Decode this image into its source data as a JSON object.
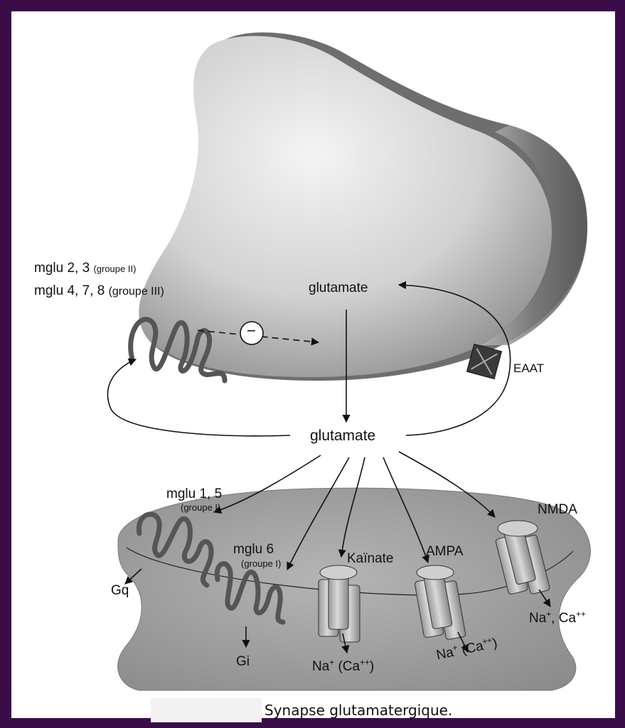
{
  "labels": {
    "pre_receptors_line1_main": "mglu 2, 3",
    "pre_receptors_line1_group": "(groupe II)",
    "pre_receptors_line2_main": "mglu 4, 7, 8",
    "pre_receptors_line2_group": "(groupe III)",
    "glutamate_presynaptic": "glutamate",
    "glutamate_cleft": "glutamate",
    "inhibition_symbol": "−",
    "transporter": "EAAT",
    "mglu15": "mglu 1, 5",
    "mglu15_group": "(groupe I)",
    "mglu6": "mglu 6",
    "mglu6_group": "(groupe I)",
    "gq": "Gq",
    "gi": "Gi",
    "kainate": "Kaïnate",
    "ampa": "AMPA",
    "nmda": "NMDA",
    "ion_na": "Na",
    "ion_plus": "+",
    "ion_ca": "Ca",
    "ion_plusplus": "++",
    "ion_open_paren": "(",
    "ion_close_paren": ")",
    "ion_comma": ","
  },
  "caption": "Synapse glutamatergique.",
  "colors": {
    "background": "#3b0d48",
    "page": "#ffffff",
    "presynaptic_fill": "#d8d8d8",
    "postsynaptic_fill": "#a8a8a8",
    "receptor_stroke": "#555555",
    "text": "#111111"
  }
}
